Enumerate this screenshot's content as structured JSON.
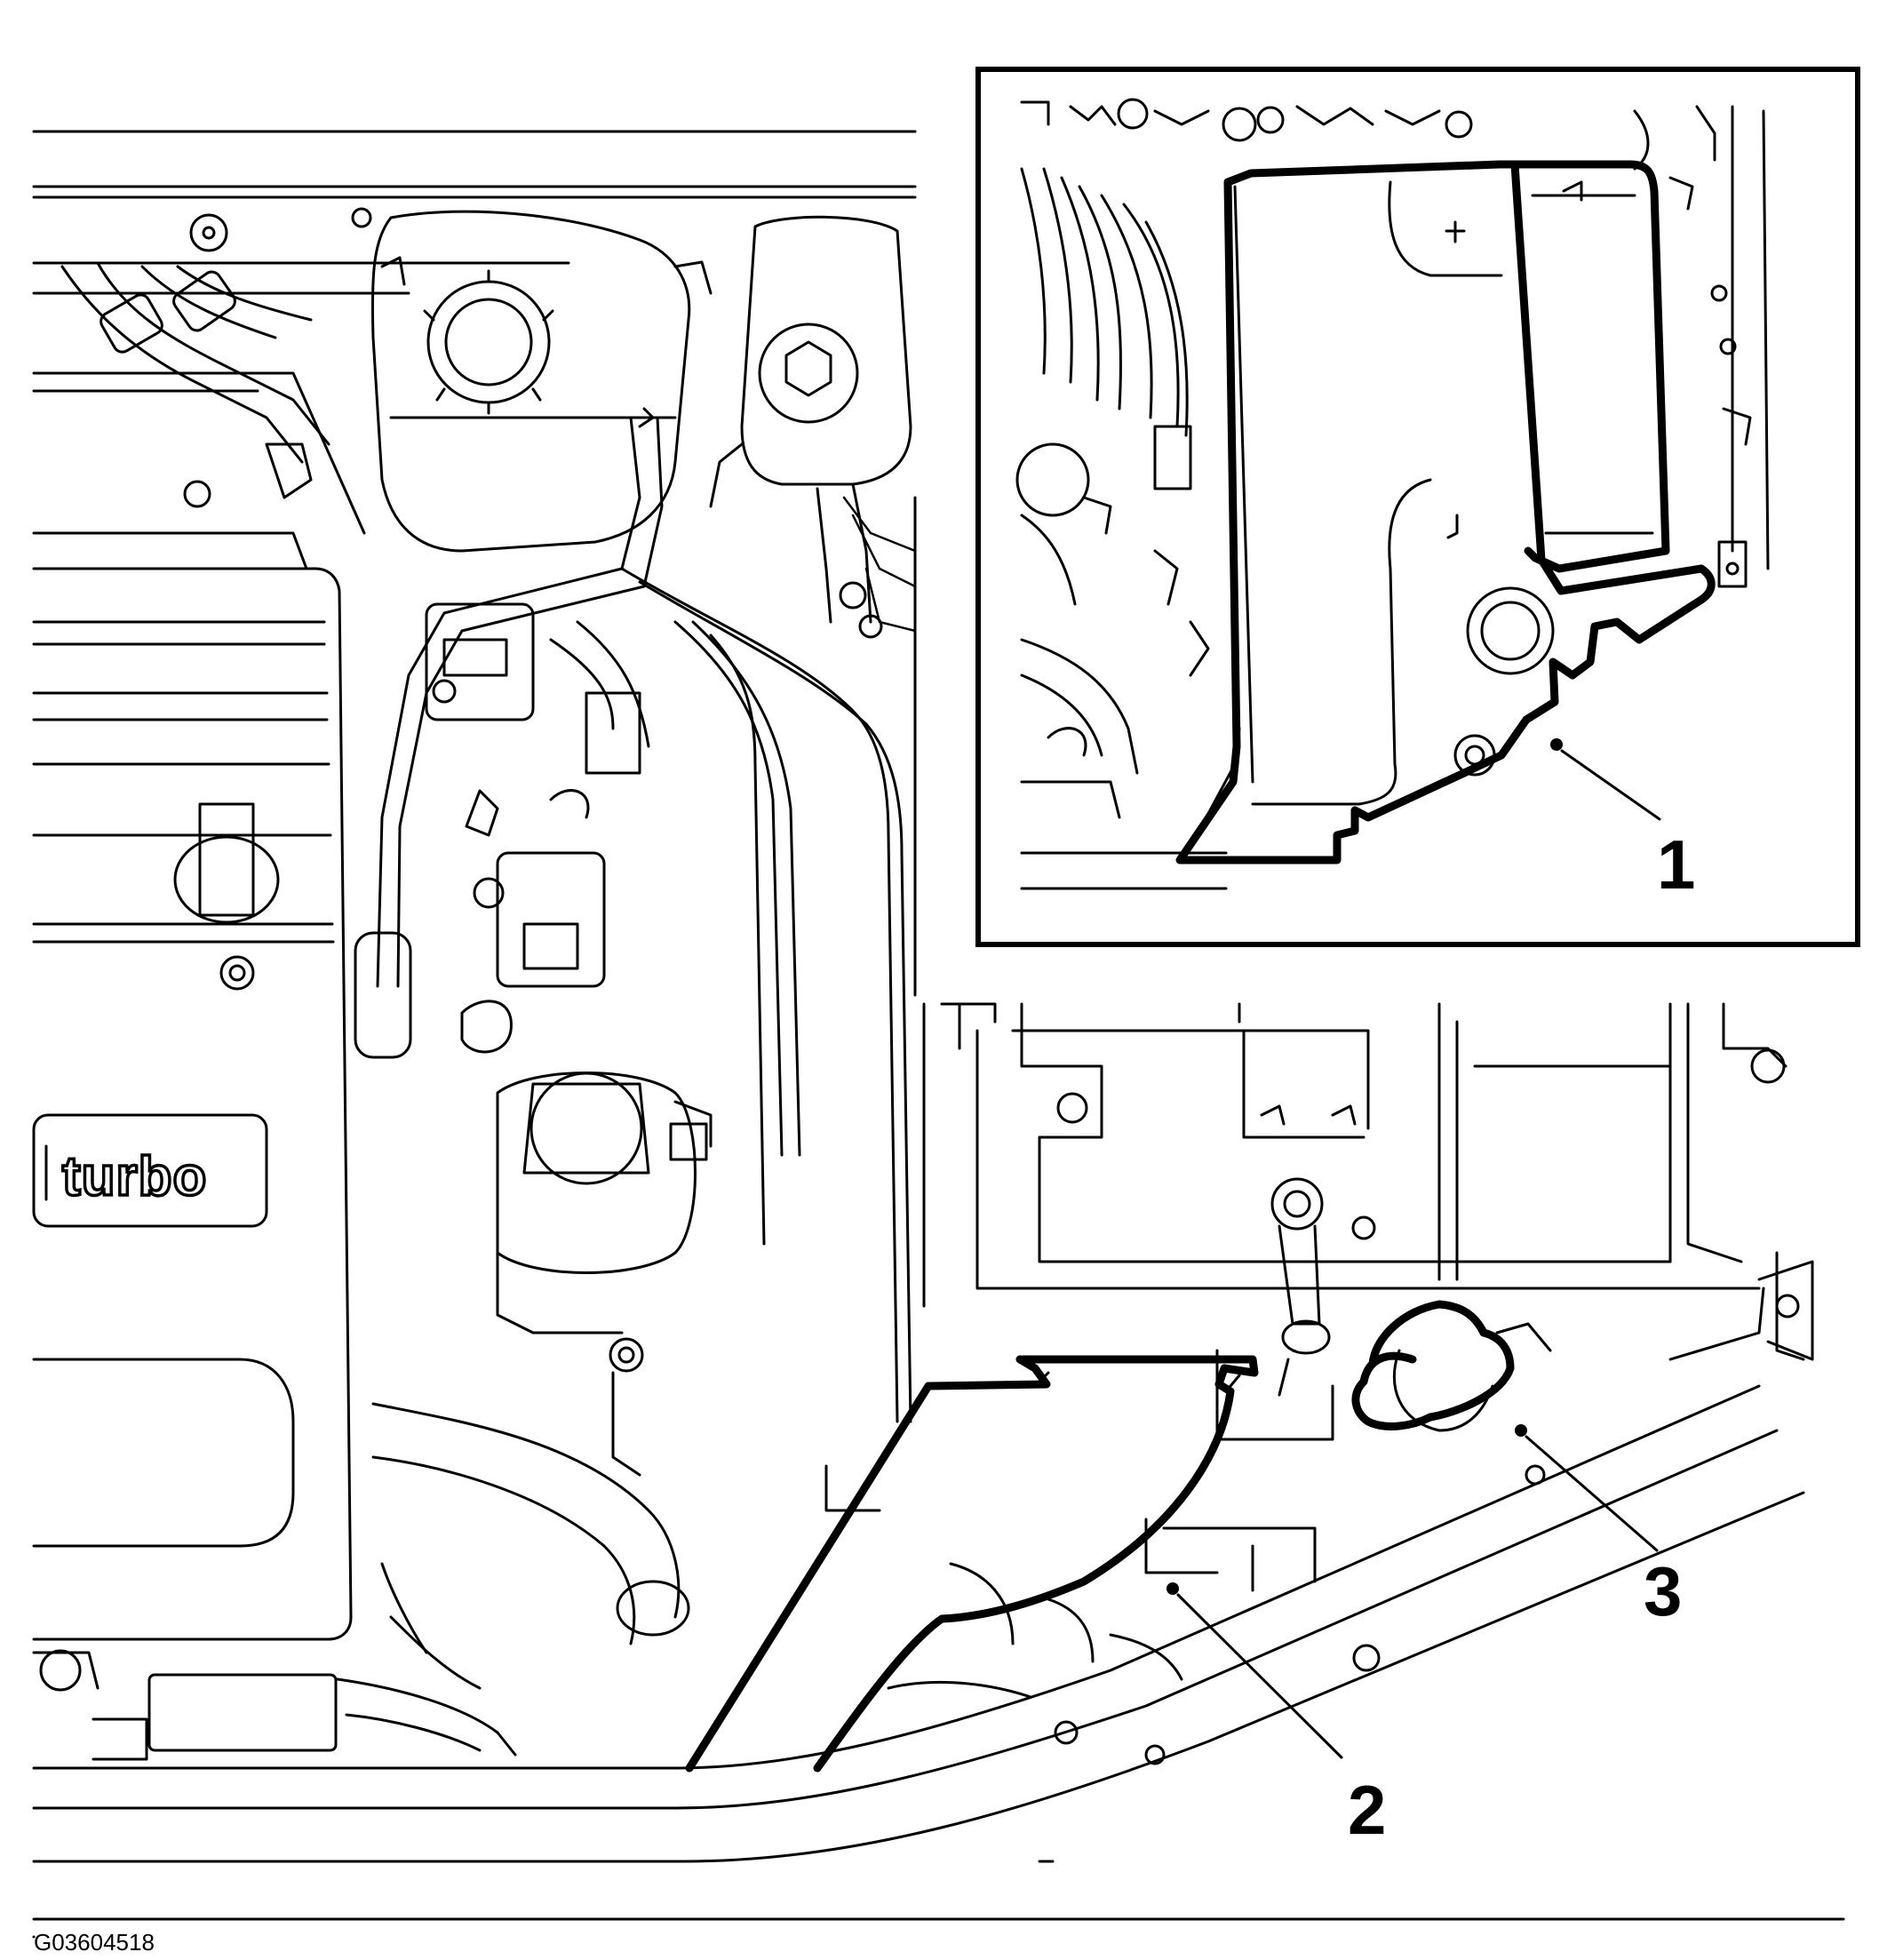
{
  "callouts": [
    {
      "number": "1"
    },
    {
      "number": "2"
    },
    {
      "number": "3"
    }
  ],
  "engine_cover_badge": "turbo",
  "figure_id": "G03604518"
}
